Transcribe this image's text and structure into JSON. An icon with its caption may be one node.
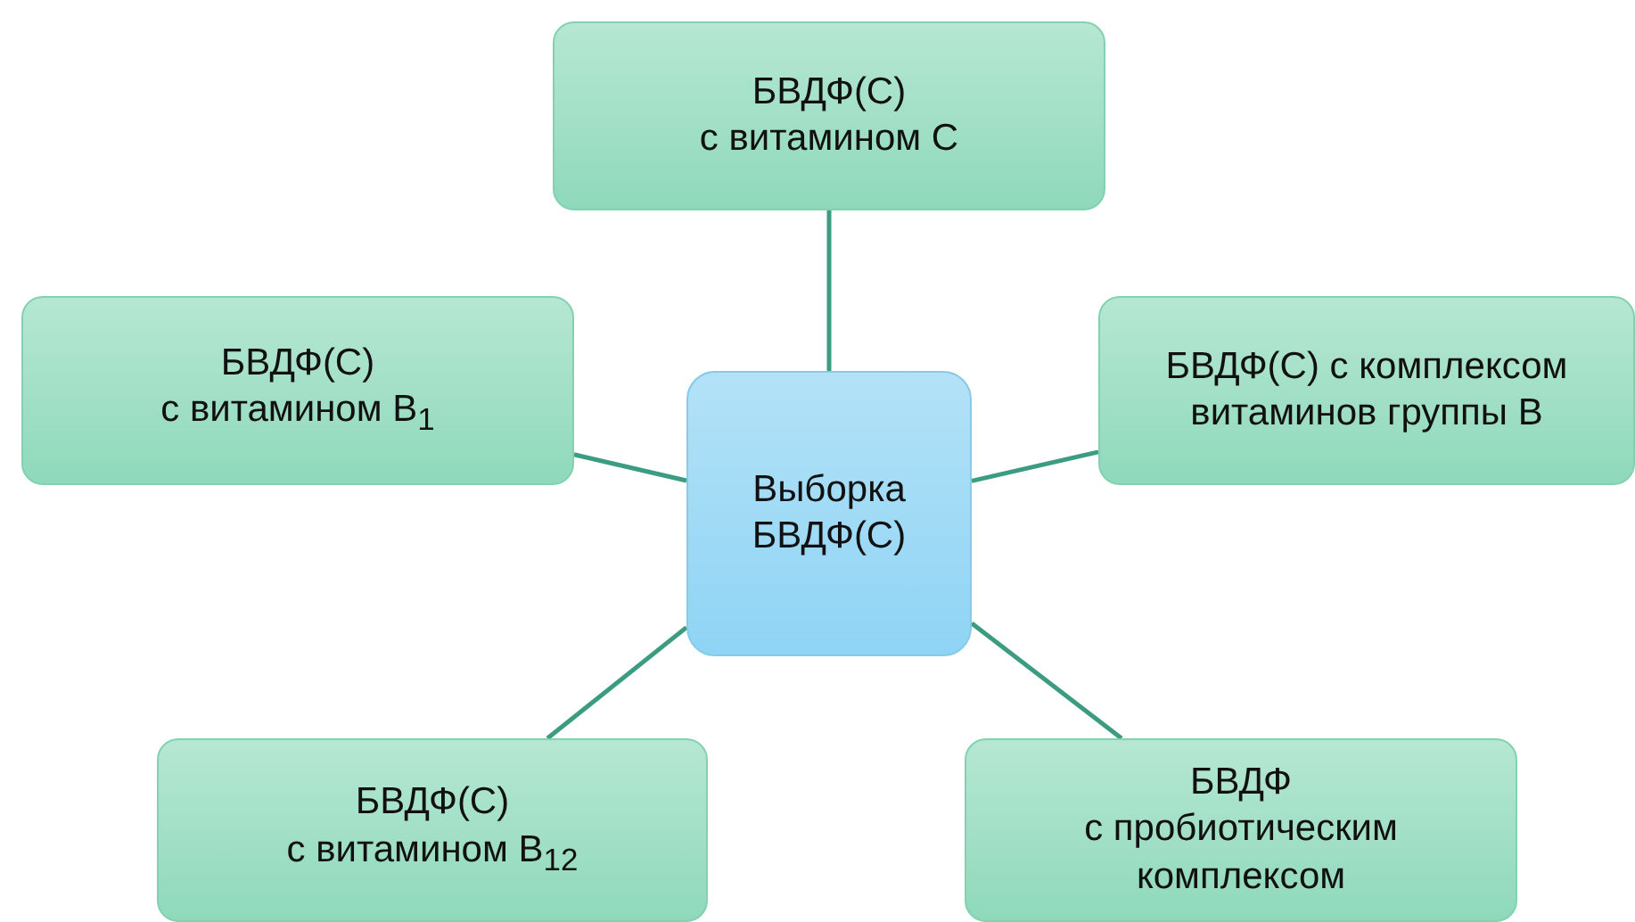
{
  "diagram": {
    "nodes": [
      {
        "text": [
          "Выборка БВДФ(С)"
        ]
      },
      {
        "text": [
          "БВДФ(С)",
          "с витамином С"
        ]
      },
      {
        "text": [
          "БВДФ(С)",
          "с витамином B$_{1}$"
        ]
      },
      {
        "text": [
          "БВДФ(С) с комплексом витаминов группы В"
        ]
      },
      {
        "text": [
          "БВДФ(С)",
          "с витамином B$_{12}$"
        ]
      },
      {
        "text": [
          "БВДФ",
          "с пробиотическим комплексом"
        ]
      }
    ],
    "edges": [
      {
        "from": 0,
        "to": 1,
        "arrow": "none"
      },
      {
        "from": 0,
        "to": 2,
        "arrow": "none"
      },
      {
        "from": 0,
        "to": 3,
        "arrow": "none"
      },
      {
        "from": 0,
        "to": 4,
        "arrow": "none"
      },
      {
        "from": 0,
        "to": 5,
        "arrow": "none"
      }
    ]
  }
}
